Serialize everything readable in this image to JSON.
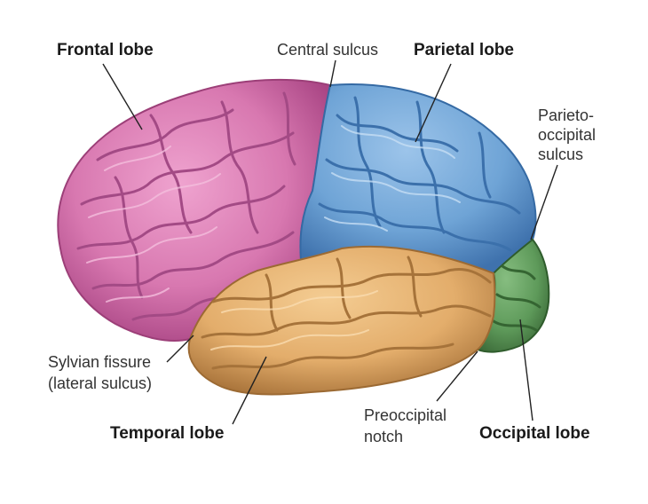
{
  "labels": {
    "frontal_lobe": "Frontal lobe",
    "central_sulcus": "Central sulcus",
    "parietal_lobe": "Parietal lobe",
    "parieto_occipital_1": "Parieto-",
    "parieto_occipital_2": "occipital",
    "parieto_occipital_3": "sulcus",
    "sylvian_1": "Sylvian fissure",
    "sylvian_2": "(lateral sulcus)",
    "temporal_lobe": "Temporal lobe",
    "preoccipital_1": "Preoccipital",
    "preoccipital_2": "notch",
    "occipital_lobe": "Occipital lobe"
  },
  "colors": {
    "frontal": "#d878b0",
    "frontal_dark": "#b24f8d",
    "parietal": "#6fa4d6",
    "parietal_dark": "#3f78b4",
    "temporal": "#e3ad6b",
    "temporal_dark": "#b47c3e",
    "occipital": "#5e9a5a",
    "occipital_dark": "#3d6f3a"
  }
}
